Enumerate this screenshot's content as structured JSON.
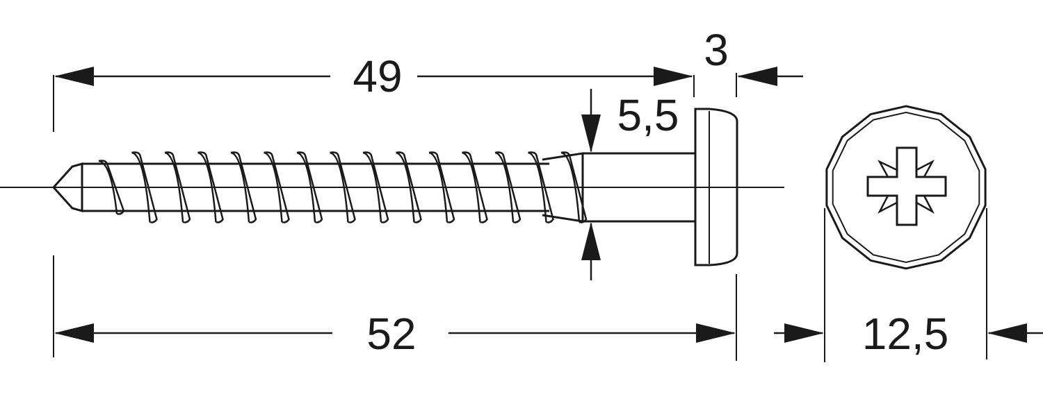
{
  "dimensions": {
    "thread_length": "49",
    "total_length": "52",
    "head_height": "3",
    "shank_diameter": "5,5",
    "head_diameter": "12,5"
  },
  "colors": {
    "line": "#1a1a1a",
    "background": "#ffffff"
  },
  "icons": {
    "drive": "pozidriv-cross-icon"
  }
}
